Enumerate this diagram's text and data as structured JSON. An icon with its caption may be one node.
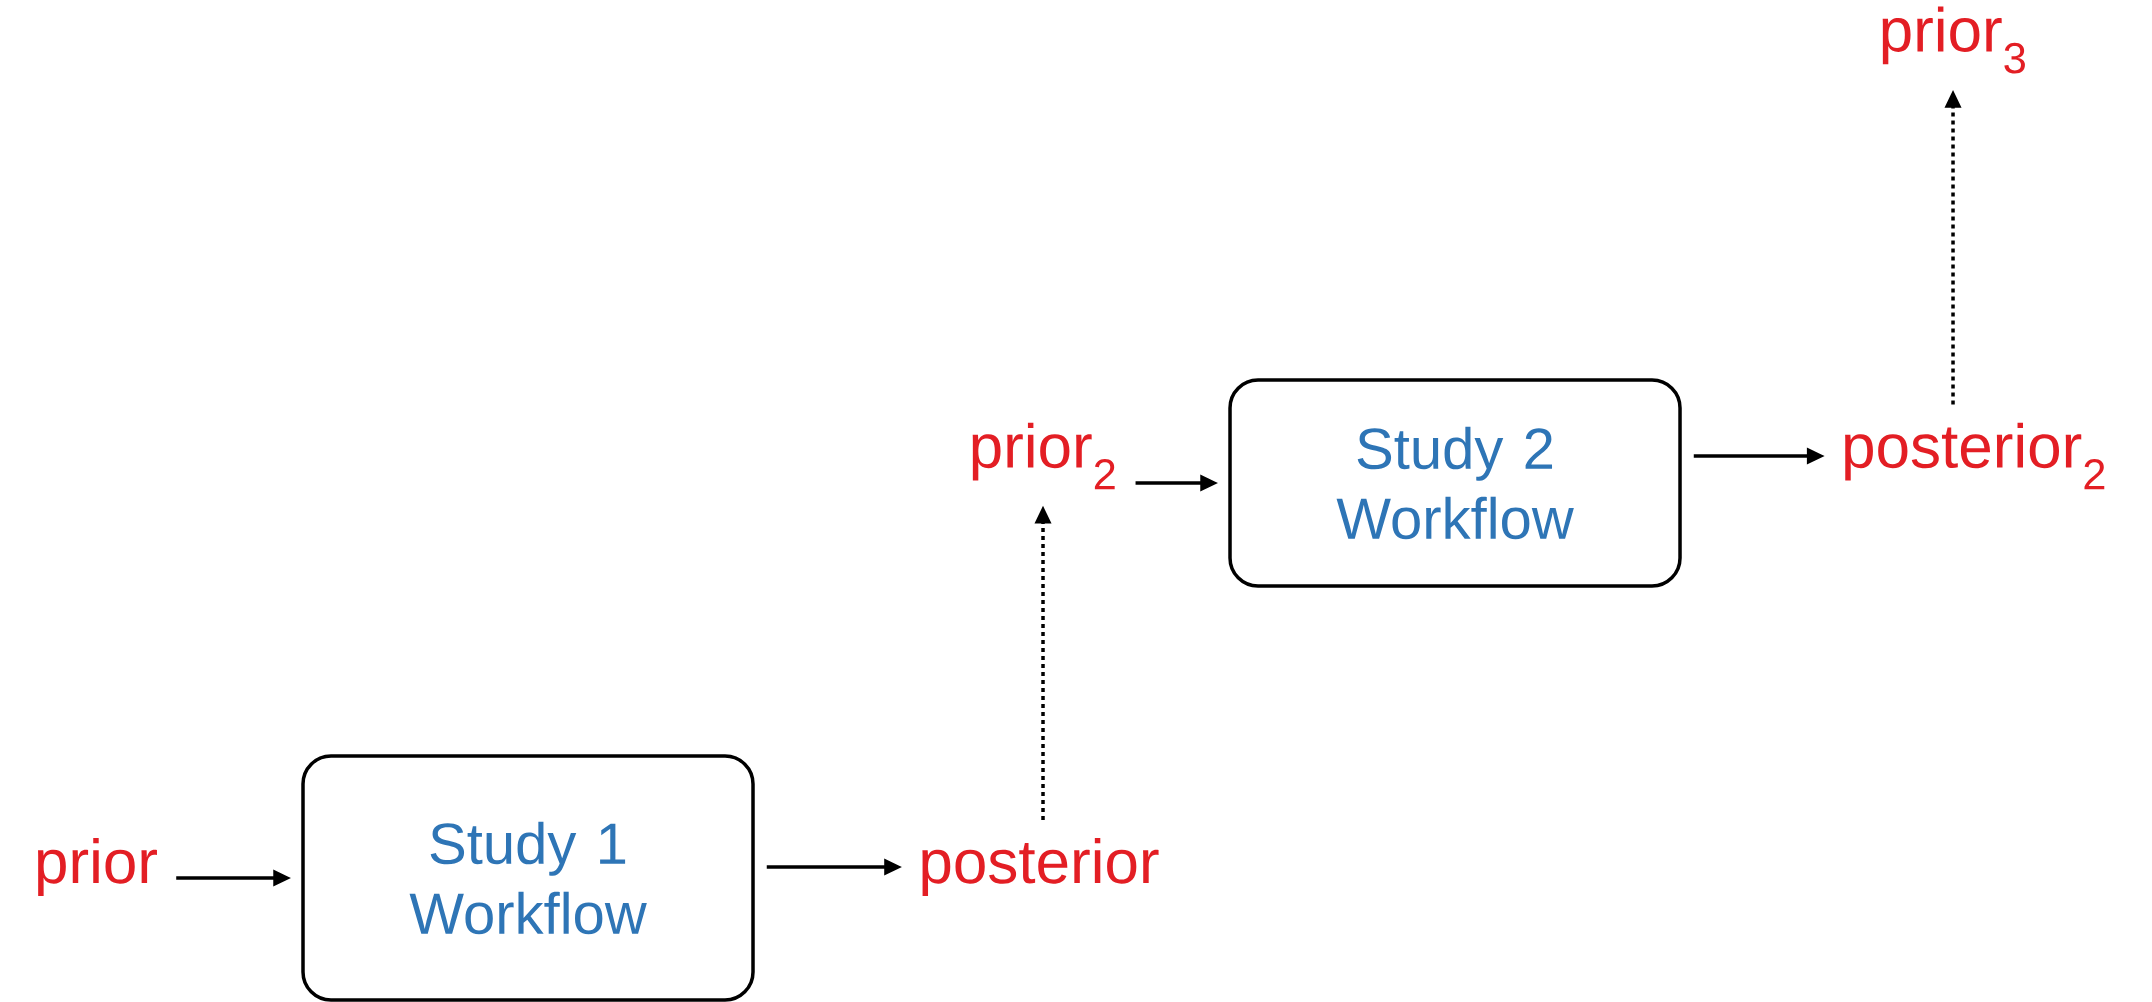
{
  "diagram": {
    "nodes": [
      {
        "text": [
          "prior"
        ]
      },
      {
        "text": [
          "Study 1 Workflow"
        ]
      },
      {
        "text": [
          "posterior"
        ]
      },
      {
        "text": [
          "prior$_{2}$"
        ]
      },
      {
        "text": [
          "Study 2 Workflow"
        ]
      },
      {
        "text": [
          "posterior$_{2}$"
        ]
      },
      {
        "text": [
          "prior$_{3}$"
        ]
      }
    ],
    "edges": [
      {
        "from": 0,
        "to": 1,
        "arrow": "to"
      },
      {
        "from": 1,
        "to": 2,
        "arrow": "to"
      },
      {
        "from": 2,
        "to": 3,
        "arrow": "to",
        "style": "dashed"
      },
      {
        "from": 3,
        "to": 4,
        "arrow": "to"
      },
      {
        "from": 4,
        "to": 5,
        "arrow": "to"
      },
      {
        "from": 5,
        "to": 6,
        "arrow": "to",
        "style": "dashed"
      }
    ]
  }
}
